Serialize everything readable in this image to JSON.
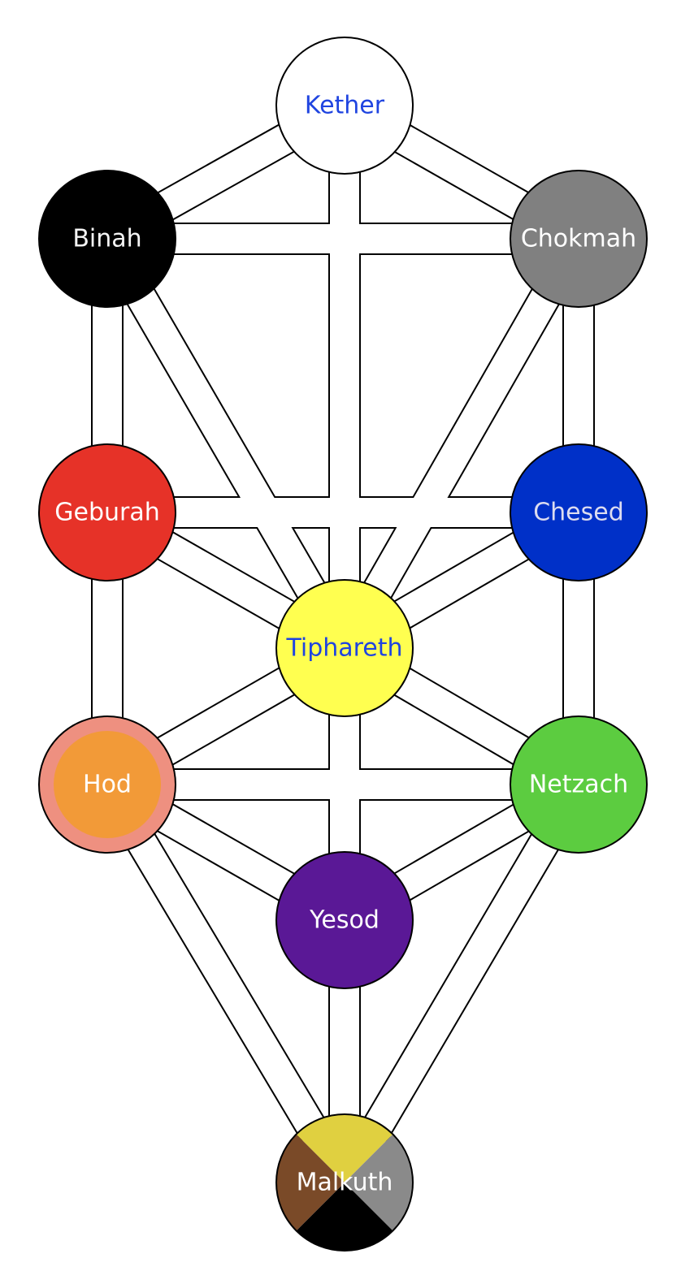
{
  "diagram": {
    "colors": {
      "background": "#ffffff",
      "path_stroke": "#000000",
      "path_fill": "#ffffff",
      "node_stroke": "#000000"
    },
    "nodes": [
      {
        "key": "kether",
        "label": "Kether",
        "fill": "#ffffff",
        "text_color": "#1f44e0"
      },
      {
        "key": "binah",
        "label": "Binah",
        "fill": "#000000",
        "text_color": "#f4f4f4"
      },
      {
        "key": "chokmah",
        "label": "Chokmah",
        "fill": "#808080",
        "text_color": "#ffffff"
      },
      {
        "key": "geburah",
        "label": "Geburah",
        "fill": "#e63228",
        "text_color": "#ffffff"
      },
      {
        "key": "chesed",
        "label": "Chesed",
        "fill": "#0030c8",
        "text_color": "#dcdcf0"
      },
      {
        "key": "tiphareth",
        "label": "Tiphareth",
        "fill": "#ffff50",
        "text_color": "#1f44e0"
      },
      {
        "key": "hod",
        "label": "Hod",
        "fill": "#f29a38",
        "ring": "#ee9080",
        "text_color": "#ffffff"
      },
      {
        "key": "netzach",
        "label": "Netzach",
        "fill": "#5ccc40",
        "text_color": "#ffffff"
      },
      {
        "key": "yesod",
        "label": "Yesod",
        "fill": "#5a1896",
        "text_color": "#ffffff"
      },
      {
        "key": "malkuth",
        "label": "Malkuth",
        "quadrants": {
          "top": "#e0d040",
          "right": "#8a8a8a",
          "bottom": "#000000",
          "left": "#7a4a28"
        },
        "text_color": "#ffffff"
      }
    ]
  }
}
